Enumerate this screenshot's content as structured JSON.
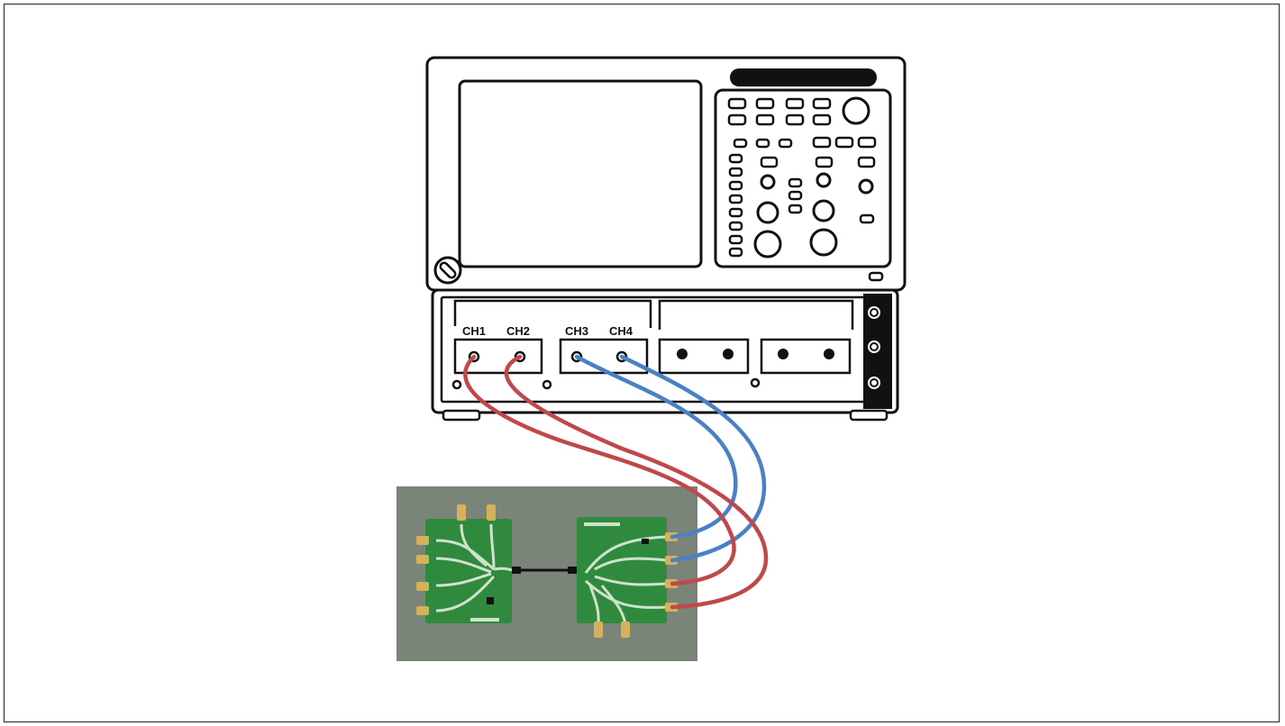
{
  "figure": {
    "channels": [
      {
        "label": "CH1",
        "cable_color": "#c0474a"
      },
      {
        "label": "CH2",
        "cable_color": "#c0474a"
      },
      {
        "label": "CH3",
        "cable_color": "#4a80c4"
      },
      {
        "label": "CH4",
        "cable_color": "#4a80c4"
      }
    ],
    "colors": {
      "outline": "#111111",
      "board_background": "#7a8478",
      "pcb": "#2f8a3e",
      "trace": "#cfe3cc",
      "connector": "#d4b25a"
    }
  }
}
